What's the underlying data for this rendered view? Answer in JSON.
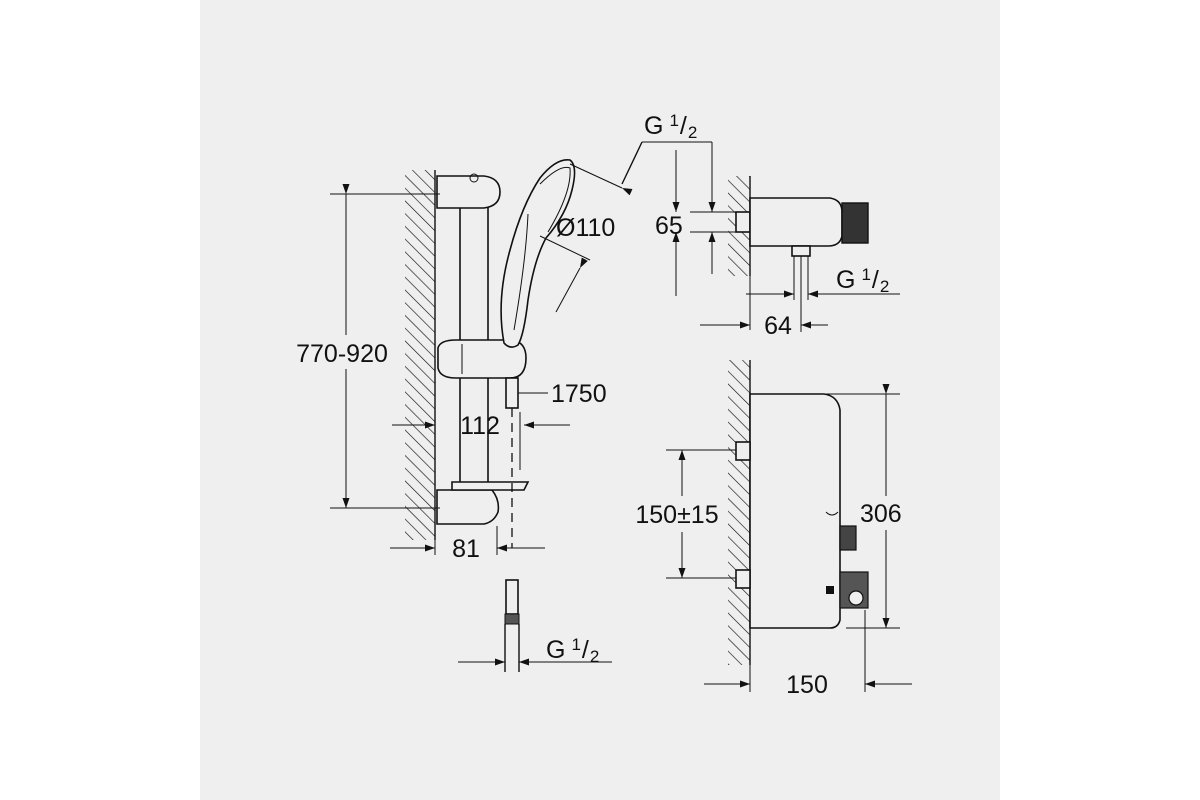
{
  "drawing": {
    "dims": {
      "slide_rail_height": "770-920",
      "hand_shower_diameter": "Ø110",
      "hose_length": "1750",
      "rail_projection": "112",
      "wall_bracket": "81",
      "connection_spacing": "65",
      "outlet_offset": "64",
      "eccentric_spacing": "150±15",
      "mixer_height": "306",
      "mixer_depth": "150"
    },
    "thread": {
      "prefix": "G",
      "num": "1",
      "den": "2"
    }
  }
}
